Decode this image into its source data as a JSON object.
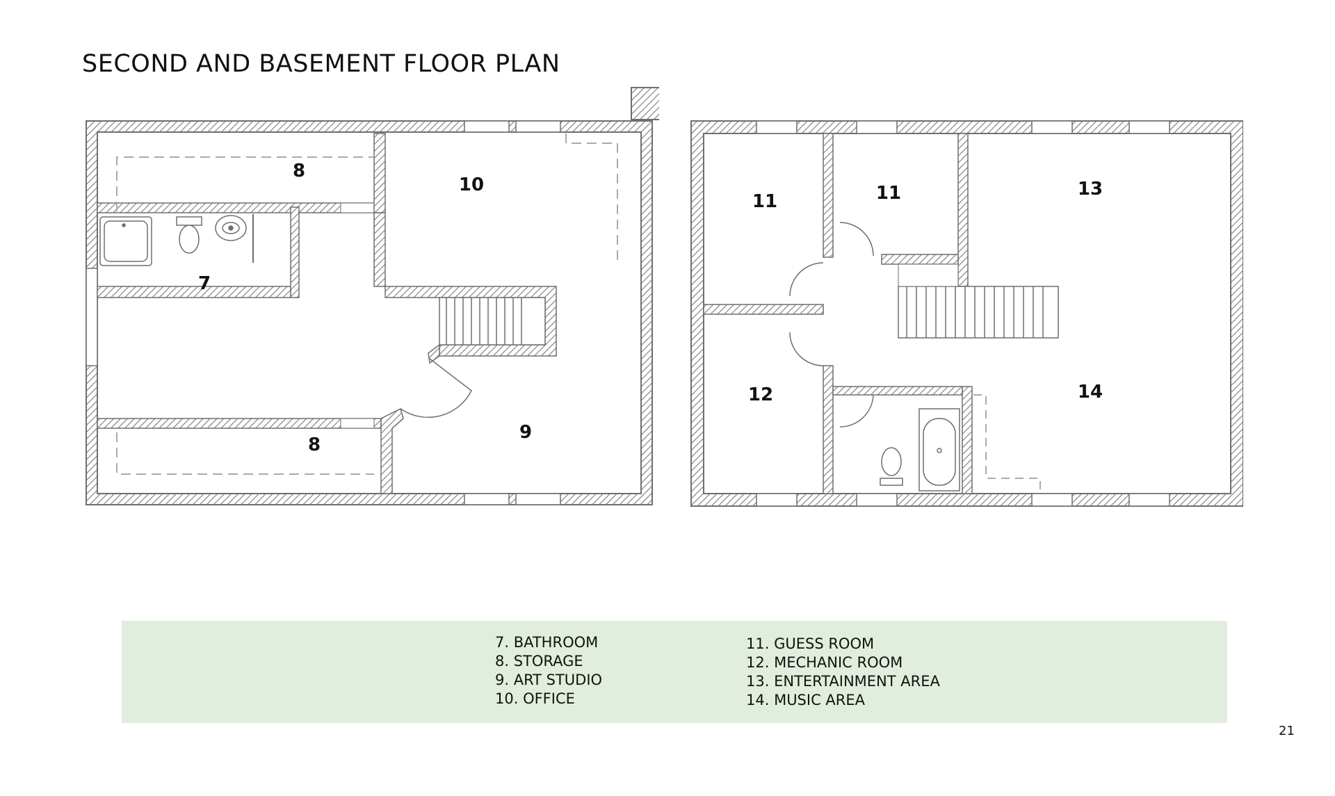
{
  "page": {
    "title": "SECOND AND BASEMENT FLOOR PLAN",
    "page_number": "21"
  },
  "plans": {
    "left": {
      "rooms": [
        {
          "label": "8",
          "name": "room-8-top"
        },
        {
          "label": "10",
          "name": "room-10"
        },
        {
          "label": "7",
          "name": "room-7"
        },
        {
          "label": "9",
          "name": "room-9"
        },
        {
          "label": "8",
          "name": "room-8-bottom"
        }
      ]
    },
    "right": {
      "rooms": [
        {
          "label": "11",
          "name": "room-11-left"
        },
        {
          "label": "11",
          "name": "room-11-right"
        },
        {
          "label": "13",
          "name": "room-13"
        },
        {
          "label": "12",
          "name": "room-12"
        },
        {
          "label": "14",
          "name": "room-14"
        }
      ]
    }
  },
  "legend": {
    "column_1": [
      "7. BATHROOM",
      "8. STORAGE",
      "9. ART STUDIO",
      "10. OFFICE"
    ],
    "column_2": [
      "11. GUESS ROOM",
      "12. MECHANIC ROOM",
      "13. ENTERTAINMENT AREA",
      "14. MUSIC AREA"
    ]
  },
  "colors": {
    "wall_stroke": "#6e6e6e",
    "wall_hatch": "#9a9a9a",
    "legend_background": "#e1eedd"
  }
}
